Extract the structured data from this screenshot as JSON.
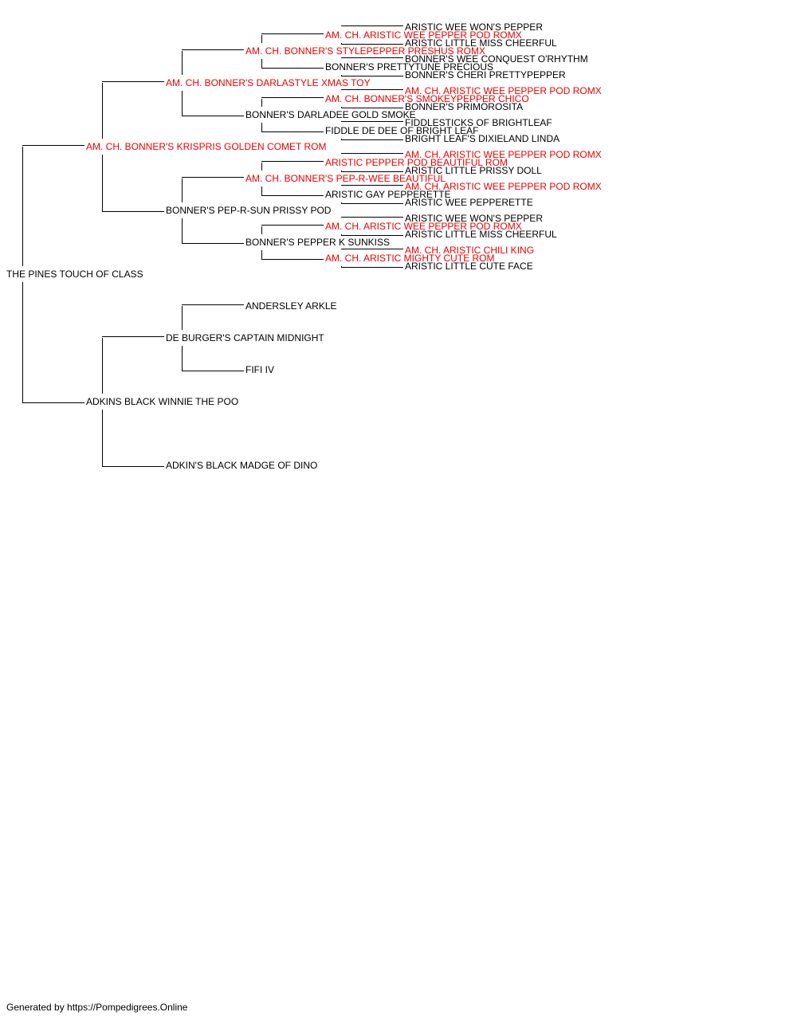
{
  "pedigree": {
    "colors": {
      "normal": "#000000",
      "champion": "#ee0000"
    },
    "root": {
      "name": "THE PINES TOUCH OF CLASS",
      "champion": false,
      "children": [
        {
          "name": "AM. CH. BONNER'S KRISPRIS GOLDEN COMET ROM",
          "champion": true,
          "children": [
            {
              "name": "AM. CH. BONNER'S DARLASTYLE XMAS TOY",
              "champion": true,
              "children": [
                {
                  "name": "AM. CH. BONNER'S STYLEPEPPER PRESHUS ROMX",
                  "champion": true,
                  "children": [
                    {
                      "name": "AM. CH. ARISTIC WEE PEPPER POD ROMX",
                      "champion": true,
                      "children": [
                        {
                          "name": "ARISTIC WEE WON'S PEPPER",
                          "champion": false
                        },
                        {
                          "name": "ARISTIC LITTLE MISS CHEERFUL",
                          "champion": false
                        }
                      ]
                    },
                    {
                      "name": "BONNER'S PRETTYTUNE PRECIOUS",
                      "champion": false,
                      "children": [
                        {
                          "name": "BONNER'S WEE CONQUEST O'RHYTHM",
                          "champion": false
                        },
                        {
                          "name": "BONNER'S CHERI PRETTYPEPPER",
                          "champion": false
                        }
                      ]
                    }
                  ]
                },
                {
                  "name": "BONNER'S DARLADEE GOLD SMOKE",
                  "champion": false,
                  "children": [
                    {
                      "name": "AM. CH. BONNER'S SMOKEYPEPPER CHICO",
                      "champion": true,
                      "children": [
                        {
                          "name": "AM. CH. ARISTIC WEE PEPPER POD ROMX",
                          "champion": true
                        },
                        {
                          "name": "BONNER'S PRIMOROSITA",
                          "champion": false
                        }
                      ]
                    },
                    {
                      "name": "FIDDLE DE DEE OF BRIGHT LEAF",
                      "champion": false,
                      "children": [
                        {
                          "name": "FIDDLESTICKS OF BRIGHTLEAF",
                          "champion": false
                        },
                        {
                          "name": "BRIGHT LEAF'S DIXIELAND LINDA",
                          "champion": false
                        }
                      ]
                    }
                  ]
                }
              ]
            },
            {
              "name": "BONNER'S PEP-R-SUN PRISSY POD",
              "champion": false,
              "children": [
                {
                  "name": "AM. CH. BONNER'S PEP-R-WEE BEAUTIFUL",
                  "champion": true,
                  "children": [
                    {
                      "name": "ARISTIC PEPPER POD BEAUTIFUL ROM",
                      "champion": true,
                      "children": [
                        {
                          "name": "AM. CH. ARISTIC WEE PEPPER POD ROMX",
                          "champion": true
                        },
                        {
                          "name": "ARISTIC LITTLE PRISSY DOLL",
                          "champion": false
                        }
                      ]
                    },
                    {
                      "name": "ARISTIC GAY PEPPERETTE",
                      "champion": false,
                      "children": [
                        {
                          "name": "AM. CH. ARISTIC WEE PEPPER POD ROMX",
                          "champion": true
                        },
                        {
                          "name": "ARISTIC WEE PEPPERETTE",
                          "champion": false
                        }
                      ]
                    }
                  ]
                },
                {
                  "name": "BONNER'S PEPPER K SUNKISS",
                  "champion": false,
                  "children": [
                    {
                      "name": "AM. CH. ARISTIC WEE PEPPER POD ROMX",
                      "champion": true,
                      "children": [
                        {
                          "name": "ARISTIC WEE WON'S PEPPER",
                          "champion": false
                        },
                        {
                          "name": "ARISTIC LITTLE MISS CHEERFUL",
                          "champion": false
                        }
                      ]
                    },
                    {
                      "name": "AM. CH. ARISTIC MIGHTY CUTE ROM",
                      "champion": true,
                      "children": [
                        {
                          "name": "AM. CH. ARISTIC CHILI KING",
                          "champion": true
                        },
                        {
                          "name": "ARISTIC LITTLE CUTE FACE",
                          "champion": false
                        }
                      ]
                    }
                  ]
                }
              ]
            }
          ]
        },
        {
          "name": "ADKINS BLACK WINNIE THE POO",
          "champion": false,
          "children": [
            {
              "name": "DE BURGER'S CAPTAIN MIDNIGHT",
              "champion": false,
              "children": [
                {
                  "name": "ANDERSLEY ARKLE",
                  "champion": false
                },
                {
                  "name": "FIFI IV",
                  "champion": false
                }
              ]
            },
            {
              "name": "ADKIN'S BLACK MADGE OF DINO",
              "champion": false
            }
          ]
        }
      ]
    }
  },
  "footer": {
    "text": "Generated by https://Pompedigrees.Online"
  }
}
